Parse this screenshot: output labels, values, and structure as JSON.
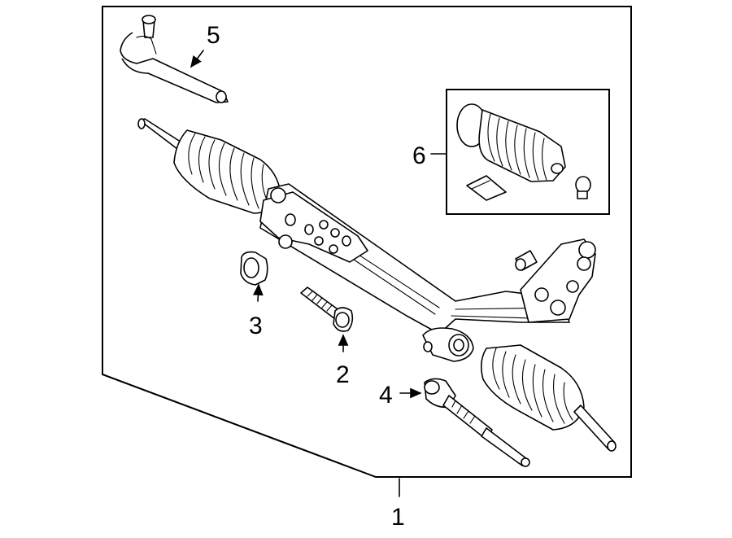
{
  "diagram": {
    "callouts": {
      "assembly": "1",
      "bolt": "2",
      "nut": "3",
      "inner_tie_rod": "4",
      "outer_tie_rod_end": "5",
      "boot_kit": "6"
    }
  }
}
